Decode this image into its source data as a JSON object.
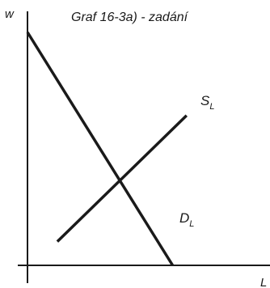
{
  "chart_data": {
    "type": "line",
    "title": "Graf 16-3a) - zadání",
    "xlabel": "L",
    "ylabel": "w",
    "xlim": [
      0,
      100
    ],
    "ylim": [
      0,
      100
    ],
    "grid": false,
    "series": [
      {
        "name": "S",
        "name_sub": "L",
        "color": "#1a1a1a",
        "points": [
          [
            15,
            10
          ],
          [
            80,
            63
          ]
        ]
      },
      {
        "name": "D",
        "name_sub": "L",
        "color": "#1a1a1a",
        "points": [
          [
            0,
            98
          ],
          [
            73,
            0
          ]
        ]
      }
    ]
  }
}
